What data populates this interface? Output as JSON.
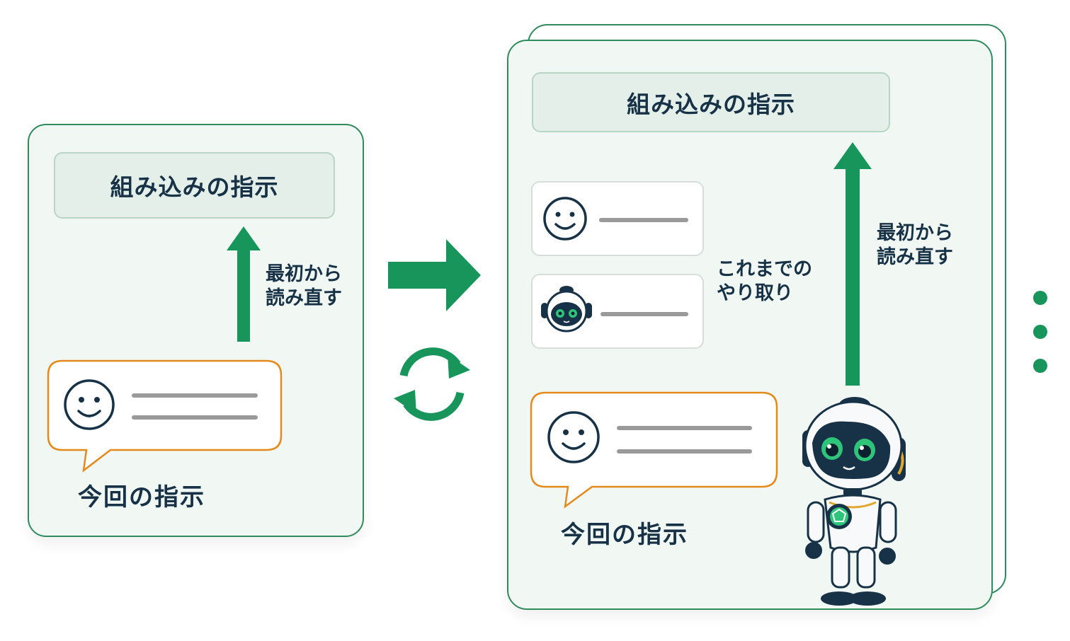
{
  "colors": {
    "accent_green": "#17955a",
    "panel_border": "#2f8a5c",
    "panel_bg": "#f1f8f4",
    "bubble_border": "#e48a1c",
    "text": "#173246"
  },
  "left_panel": {
    "builtin_instruction": "組み込みの指示",
    "reread_label_line1": "最初から",
    "reread_label_line2": "読み直す",
    "current_instruction": "今回の指示",
    "user_icon": "smiley-face-icon"
  },
  "center": {
    "next_arrow_icon": "arrow-right-icon",
    "cycle_icon": "refresh-cycle-icon"
  },
  "right_panel": {
    "builtin_instruction": "組み込みの指示",
    "history_label_line1": "これまでの",
    "history_label_line2": "やり取り",
    "reread_label_line1": "最初から",
    "reread_label_line2": "読み直す",
    "current_instruction": "今回の指示",
    "history": [
      {
        "speaker": "user",
        "icon": "smiley-face-icon"
      },
      {
        "speaker": "assistant",
        "icon": "robot-head-icon"
      }
    ],
    "mascot": "robot-mascot-illustration"
  },
  "continuation_icon": "vertical-ellipsis-icon"
}
